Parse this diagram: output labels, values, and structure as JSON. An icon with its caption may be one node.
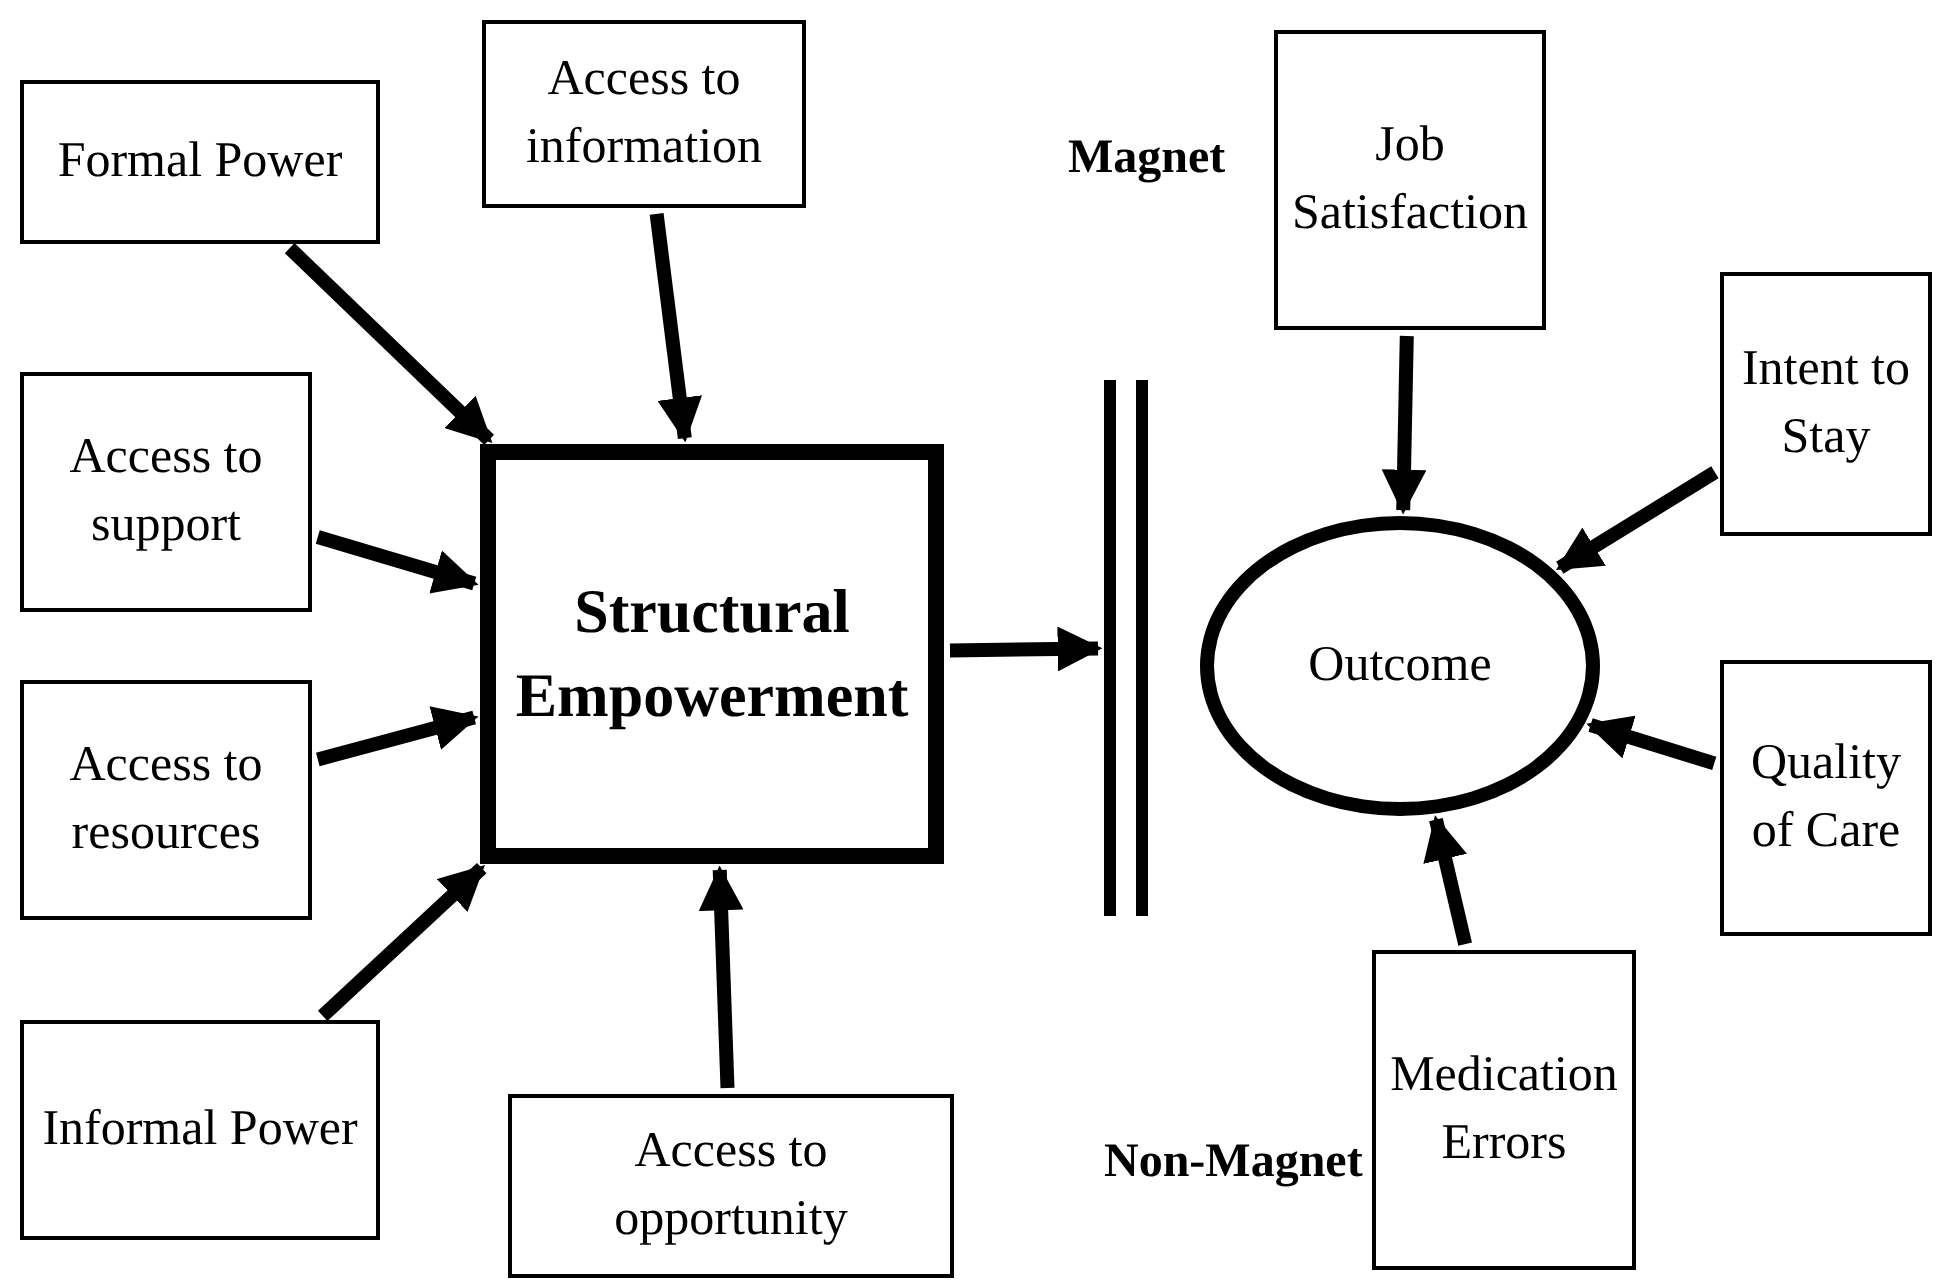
{
  "diagram": {
    "nodes": [
      {
        "text": [
          "Formal Power"
        ]
      },
      {
        "text": [
          "Access to information"
        ]
      },
      {
        "text": [
          "Access to support"
        ]
      },
      {
        "text": [
          "Access to resources"
        ]
      },
      {
        "text": [
          "Informal Power"
        ]
      },
      {
        "text": [
          "Access to opportunity"
        ]
      },
      {
        "text": [
          "Structural Empowerment"
        ]
      },
      {
        "text": [],
        "shape": "bar"
      },
      {
        "text": [
          "Job Satisfaction"
        ]
      },
      {
        "text": [
          "Intent to Stay"
        ]
      },
      {
        "text": [
          "Outcome"
        ]
      },
      {
        "text": [
          "Quality of Care"
        ]
      },
      {
        "text": [
          "Medication Errors"
        ]
      }
    ],
    "edges": [
      {
        "from": 0,
        "to": 6,
        "arrow": "to"
      },
      {
        "from": 1,
        "to": 6,
        "arrow": "to"
      },
      {
        "from": 2,
        "to": 6,
        "arrow": "to"
      },
      {
        "from": 3,
        "to": 6,
        "arrow": "to"
      },
      {
        "from": 4,
        "to": 6,
        "arrow": "to"
      },
      {
        "from": 5,
        "to": 6,
        "arrow": "to"
      },
      {
        "from": 6,
        "to": 7,
        "arrow": "to"
      },
      {
        "from": 8,
        "to": 10,
        "arrow": "to"
      },
      {
        "from": 9,
        "to": 10,
        "arrow": "to"
      },
      {
        "from": 11,
        "to": 10,
        "arrow": "to"
      },
      {
        "from": 12,
        "to": 10,
        "arrow": "to"
      }
    ],
    "labels": [
      "Magnet",
      "Non-Magnet"
    ]
  }
}
